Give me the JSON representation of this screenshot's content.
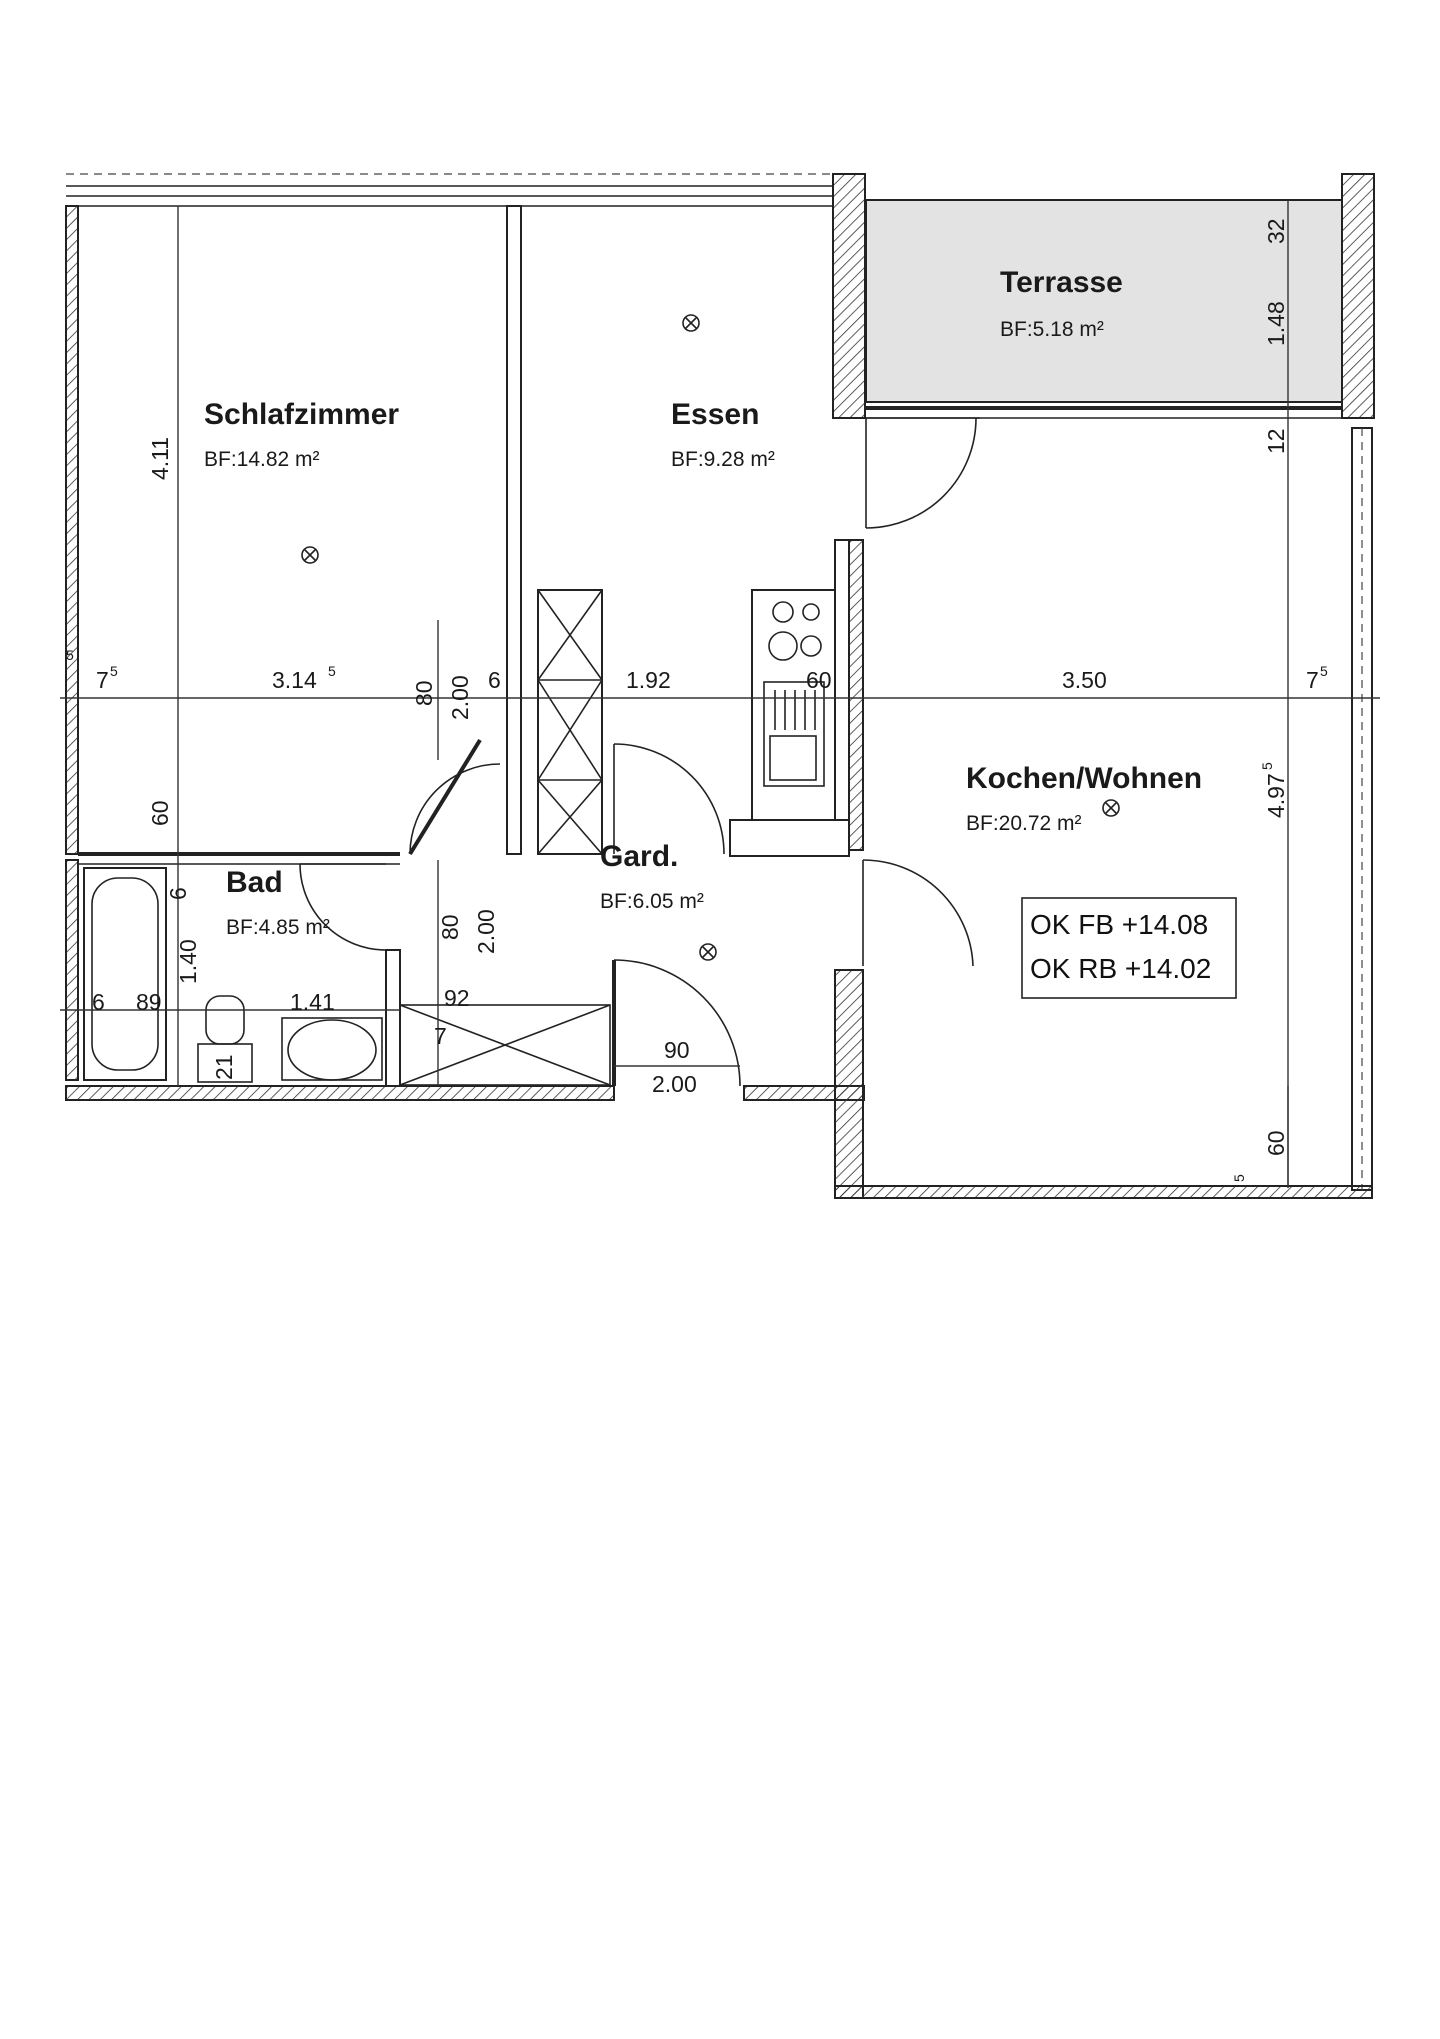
{
  "rooms": {
    "schlafzimmer": {
      "name": "Schlafzimmer",
      "area": "BF:14.82 m²"
    },
    "essen": {
      "name": "Essen",
      "area": "BF:9.28 m²"
    },
    "terrasse": {
      "name": "Terrasse",
      "area": "BF:5.18 m²"
    },
    "kochen": {
      "name": "Kochen/Wohnen",
      "area": "BF:20.72 m²"
    },
    "bad": {
      "name": "Bad",
      "area": "BF:4.85 m²"
    },
    "gard": {
      "name": "Gard.",
      "area": "BF:6.05 m²"
    }
  },
  "levels": {
    "ok_fb": "OK FB +14.08",
    "ok_rb": "OK RB +14.02"
  },
  "dimensions": {
    "d_411": "4.11",
    "d_3145": "3.14",
    "d_3145_sup": "5",
    "d_75_left": "7",
    "d_75_left_sup": "5",
    "d_80_a": "80",
    "d_200_a": "2.00",
    "d_6": "6",
    "d_192": "1.92",
    "d_60_k": "60",
    "d_350": "3.50",
    "d_75_right": "7",
    "d_75_right_sup": "5",
    "d_4975": "4.97",
    "d_4975_sup": "5",
    "d_32": "32",
    "d_148": "1.48",
    "d_12": "12",
    "d_60_left": "60",
    "d_6_bad": "6",
    "d_140": "1.40",
    "d_6_b": "6",
    "d_89": "89",
    "d_141": "1.41",
    "d_80_b": "80",
    "d_200_b": "2.00",
    "d_92": "92",
    "d_7": "7",
    "d_90": "90",
    "d_200_c": "2.00",
    "d_21": "21",
    "d_60_bottom": "60",
    "d_5_bottom": "5",
    "d_5_left": "5"
  },
  "colors": {
    "terrace_fill": "#e3e3e3",
    "wall_line": "#222222"
  }
}
